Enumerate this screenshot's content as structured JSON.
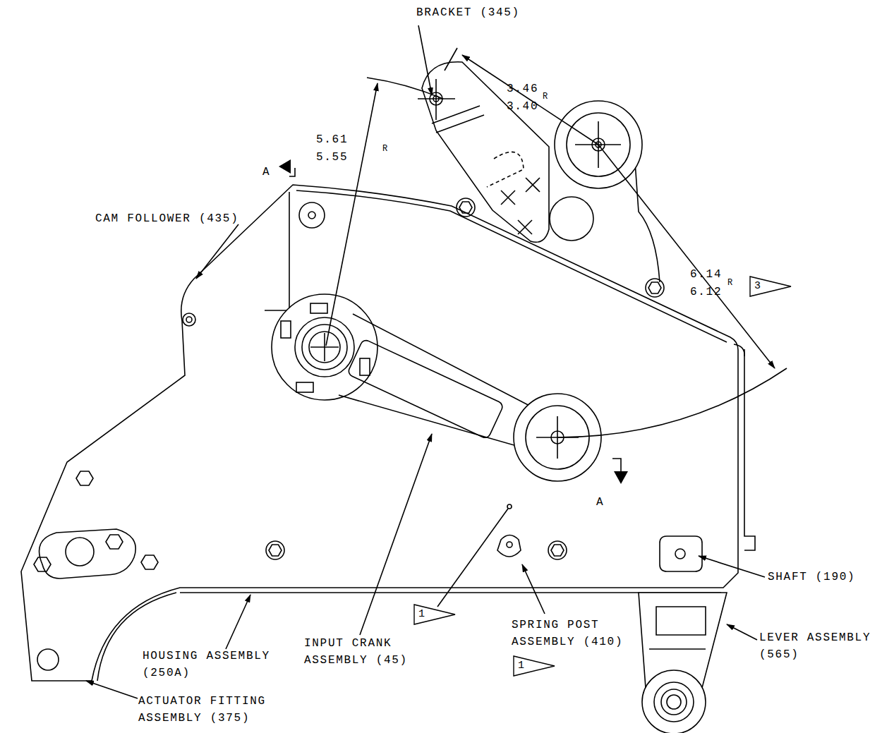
{
  "diagram": {
    "nodes": [
      {
        "text": [
          "3"
        ]
      },
      {
        "text": [
          "1"
        ]
      },
      {
        "text": [
          "1"
        ]
      }
    ],
    "labels": [
      "BRACKET (345)",
      "3.46",
      "3.40",
      "R",
      "5.61",
      "5.55",
      "R",
      "A",
      "CAM FOLLOWER (435)",
      "6.14",
      "6.12",
      "R",
      "A",
      "SHAFT (190)",
      "HOUSING ASSEMBLY (250A)",
      "INPUT CRANK ASSEMBLY (45)",
      "SPRING POST ASSEMBLY (410)",
      "LEVER ASSEMBLY (565)",
      "ACTUATOR FITTING ASSEMBLY (375)"
    ]
  }
}
